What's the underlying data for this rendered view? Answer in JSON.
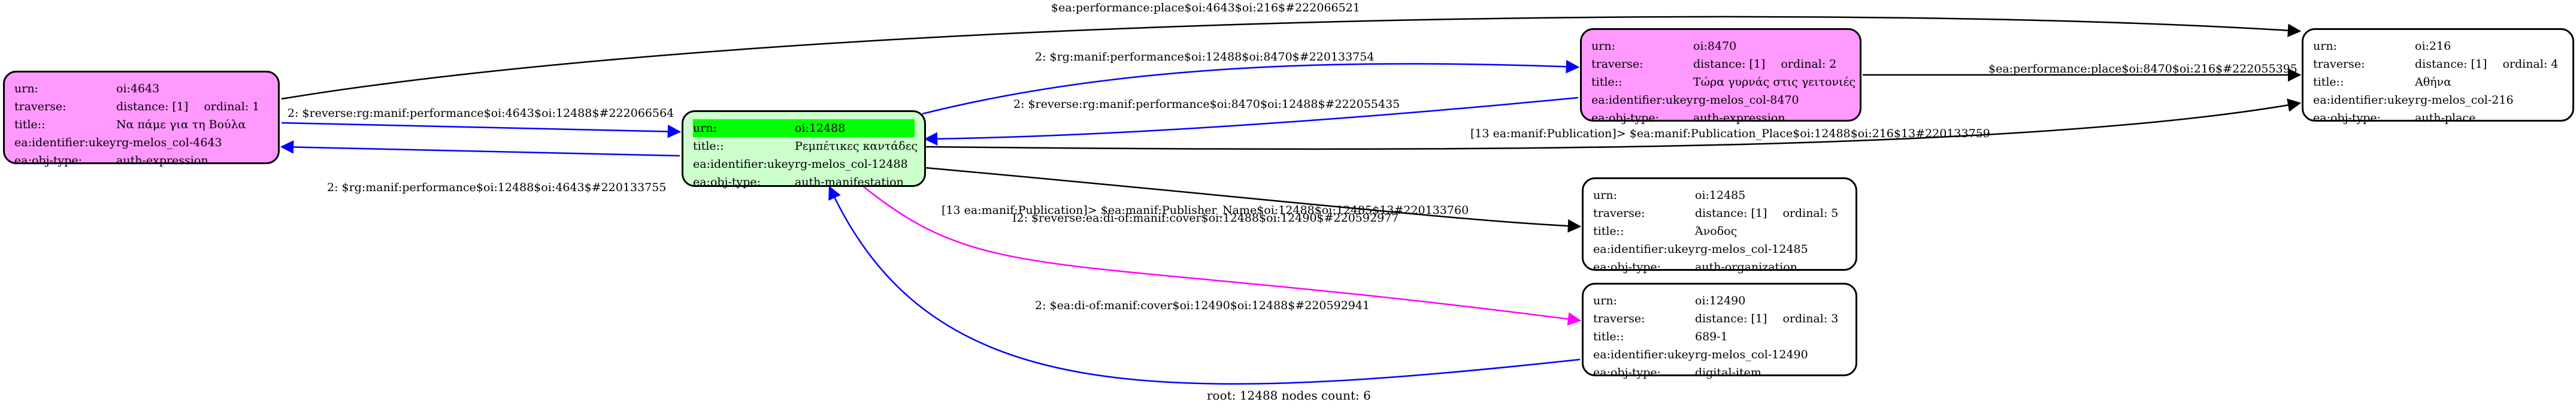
{
  "nodes": {
    "n4643": {
      "urn": "oi:4643",
      "traverse": "distance: [1]",
      "ordinal": "ordinal: 1",
      "title": "Να πάμε για τη Βούλα",
      "ukey": "rg-melos_col-4643",
      "objtype": "auth-expression"
    },
    "n12488": {
      "urn": "oi:12488",
      "title": "Ρεμπέτικες καντάδες",
      "ukey": "rg-melos_col-12488",
      "objtype": "auth-manifestation"
    },
    "n8470": {
      "urn": "oi:8470",
      "traverse": "distance: [1]",
      "ordinal": "ordinal: 2",
      "title": "Τώρα γυρνάς στις γειτονιές",
      "ukey": "rg-melos_col-8470",
      "objtype": "auth-expression"
    },
    "n216": {
      "urn": "oi:216",
      "traverse": "distance: [1]",
      "ordinal": "ordinal: 4",
      "title": "Αθήνα",
      "ukey": "rg-melos_col-216",
      "objtype": "auth-place"
    },
    "n12485": {
      "urn": "oi:12485",
      "traverse": "distance: [1]",
      "ordinal": "ordinal: 5",
      "title": "Άνοδος",
      "ukey": "rg-melos_col-12485",
      "objtype": "auth-organization"
    },
    "n12490": {
      "urn": "oi:12490",
      "traverse": "distance: [1]",
      "ordinal": "ordinal: 3",
      "title": "689-1",
      "ukey": "rg-melos_col-12490",
      "objtype": "digital-item"
    }
  },
  "keys": {
    "urn": "urn:",
    "traverse": "traverse:",
    "title": "title::",
    "ukey": "ea:identifier:ukey",
    "objtype": "ea:obj-type:"
  },
  "edges": {
    "e1": "$ea:performance:place$oi:4643$oi:216$#222066521",
    "e2": "2: $reverse:rg:manif:performance$oi:4643$oi:12488$#222066564",
    "e3": "2: $rg:manif:performance$oi:12488$oi:4643$#220133755",
    "e4": "2: $rg:manif:performance$oi:12488$oi:8470$#220133754",
    "e5": "2: $reverse:rg:manif:performance$oi:8470$oi:12488$#222055435",
    "e6": "$ea:performance:place$oi:8470$oi:216$#222055395",
    "e7": "[13 ea:manif:Publication]> $ea:manif:Publication_Place$oi:12488$oi:216$13#220133759",
    "e8": "[13 ea:manif:Publication]> $ea:manif:Publisher_Name$oi:12488$oi:12485$13#220133760",
    "e9": "I2: $reverse:ea:di-of:manif:cover$oi:12488$oi:12490$#220592977",
    "e10": "2: $ea:di-of:manif:cover$oi:12490$oi:12488$#220592941"
  },
  "colors": {
    "black": "#000000",
    "blue": "#0000ff",
    "magenta": "#ff00ff",
    "pink": "#ff99ff",
    "green": "#ccffcc",
    "highlight": "#00ff00"
  },
  "caption": "root: 12488 nodes count: 6"
}
